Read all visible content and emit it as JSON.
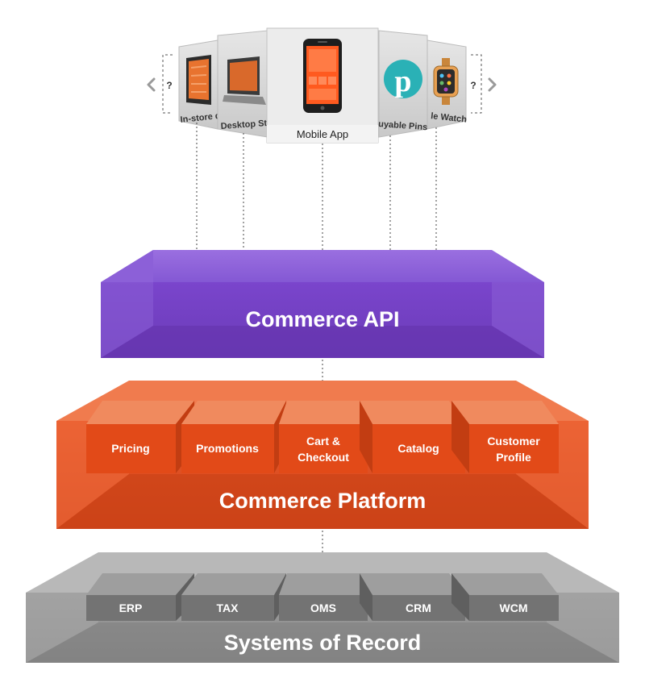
{
  "channels": {
    "unknown_left_mark": "?",
    "unknown_right_mark": "?",
    "prev_arrow_icon": "chevron-left-icon",
    "next_arrow_icon": "chevron-right-icon",
    "items": [
      {
        "label": "In-store di",
        "icon": "tablet-icon"
      },
      {
        "label": "Desktop St",
        "icon": "laptop-icon"
      },
      {
        "label": "Mobile App",
        "icon": "smartphone-icon"
      },
      {
        "label": "uyable Pins",
        "icon": "pinterest-icon"
      },
      {
        "label": "le Watch",
        "icon": "smartwatch-icon"
      }
    ]
  },
  "layers": {
    "api": {
      "title": "Commerce API",
      "color": "#7b4bc8"
    },
    "platform": {
      "title": "Commerce Platform",
      "color": "#e04e1f",
      "modules": [
        {
          "line1": "Pricing",
          "line2": ""
        },
        {
          "line1": "Promotions",
          "line2": ""
        },
        {
          "line1": "Cart &",
          "line2": "Checkout"
        },
        {
          "line1": "Catalog",
          "line2": ""
        },
        {
          "line1": "Customer",
          "line2": "Profile"
        }
      ]
    },
    "systems": {
      "title": "Systems of Record",
      "color": "#8a8a8a",
      "modules": [
        "ERP",
        "TAX",
        "OMS",
        "CRM",
        "WCM"
      ]
    }
  }
}
